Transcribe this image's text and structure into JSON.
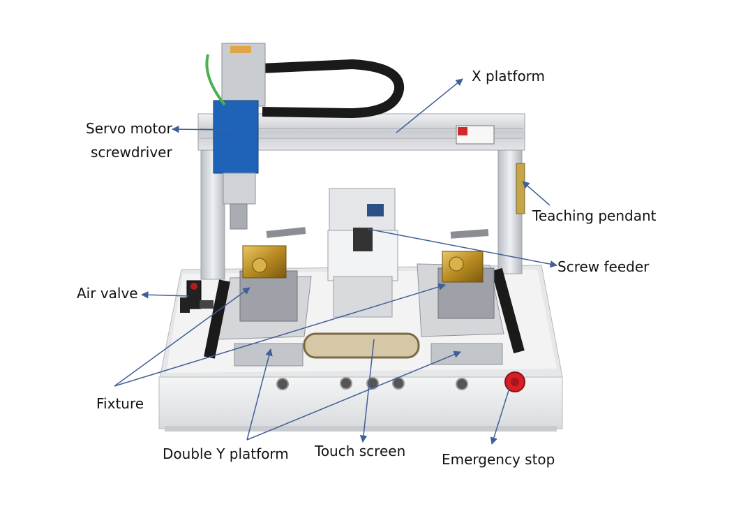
{
  "labels": {
    "x_platform": "X platform",
    "servo_line1": "Servo motor",
    "servo_line2": "screwdriver",
    "teaching_pendant": "Teaching pendant",
    "screw_feeder": "Screw feeder",
    "air_valve": "Air valve",
    "fixture": "Fixture",
    "double_y_platform": "Double Y platform",
    "touch_screen": "Touch screen",
    "emergency_stop": "Emergency stop"
  },
  "colors": {
    "arrow": "#3f5f96",
    "frame": "#d5d8dc",
    "motor": "#1e63b8",
    "chain": "#1a1a1a",
    "brass": "#c9a23a",
    "estop": "#d81f26"
  }
}
